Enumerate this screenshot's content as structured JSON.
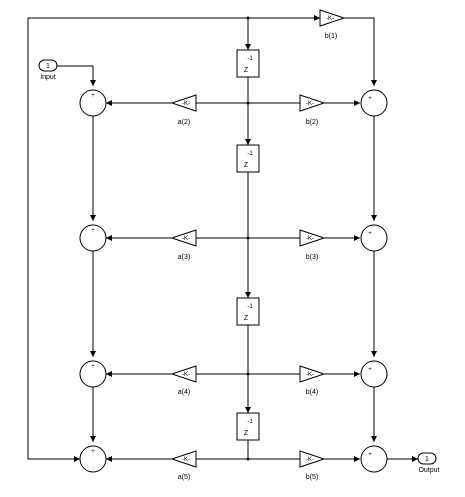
{
  "ports": {
    "input": {
      "number": "1",
      "label": "Input"
    },
    "output": {
      "number": "1",
      "label": "Output"
    }
  },
  "gain_text": "-K-",
  "delay": {
    "sup": "-1",
    "symbol": "Z"
  },
  "sum_sign": "+",
  "gains_b": [
    "b(1)",
    "b(2)",
    "b(3)",
    "b(4)",
    "b(5)"
  ],
  "gains_a": [
    "a(2)",
    "a(3)",
    "a(4)",
    "a(5)"
  ]
}
